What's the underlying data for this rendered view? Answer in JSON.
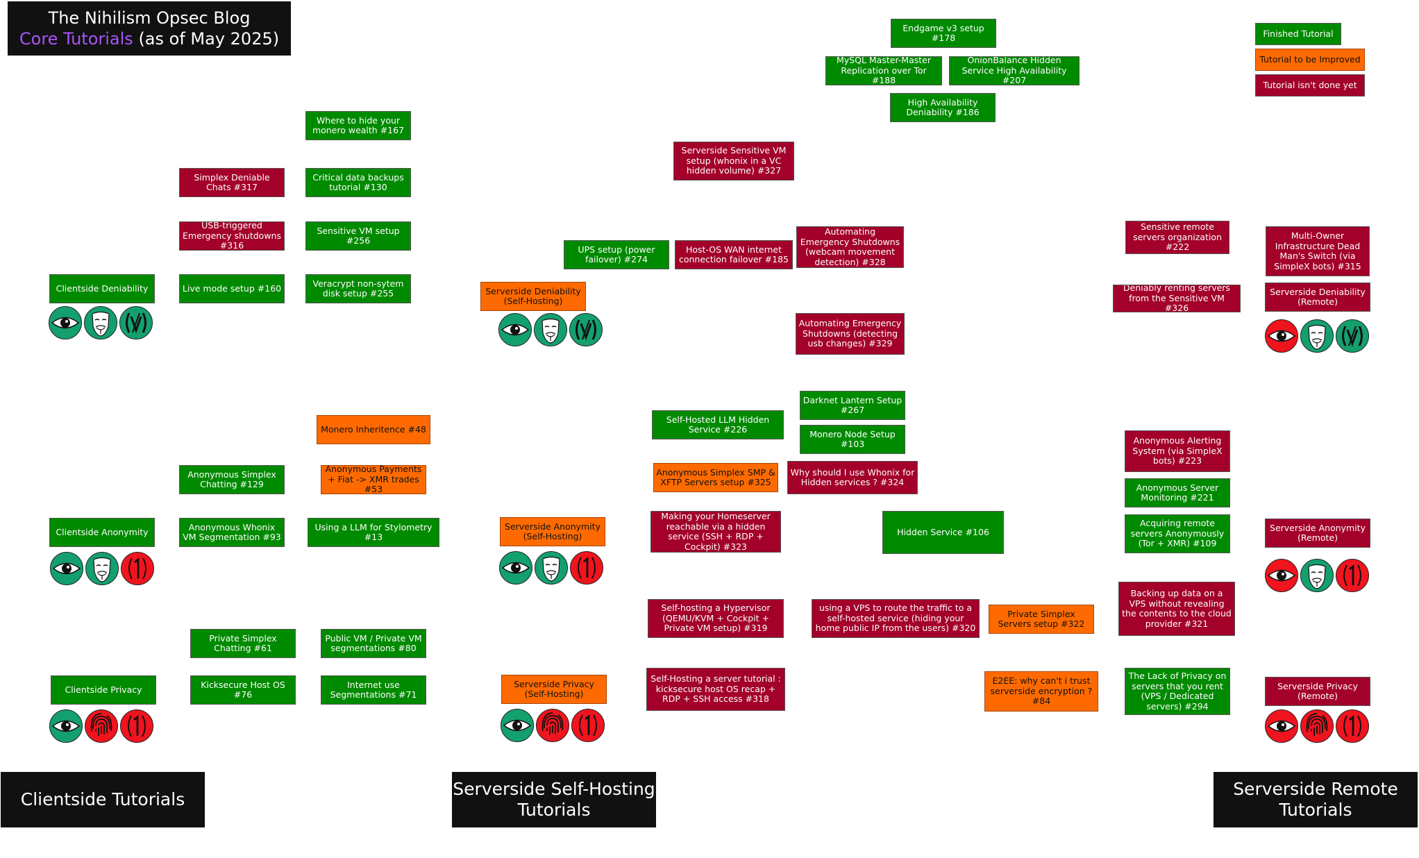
{
  "header": {
    "line1": "The Nihilism Opsec Blog",
    "line2_accent": "Core Tutorials",
    "line2_rest": " (as of May 2025)",
    "accent_color": "#a855f7"
  },
  "colors": {
    "finished": "#008a00",
    "improve": "#ff6a00",
    "not_done": "#a3002a",
    "icon_teal": "#14a06e",
    "icon_red": "#f0141e"
  },
  "legend": {
    "finished": "Finished Tutorial",
    "improve": "Tutorial to be Improved",
    "not_done": "Tutorial isn't done yet"
  },
  "sections": {
    "clientside": "Clientside Tutorials",
    "selfhost_l1": "Serverside Self-Hosting",
    "selfhost_l2": "Tutorials",
    "remote_l1": "Serverside Remote",
    "remote_l2": "Tutorials"
  },
  "categories": {
    "client_deniability": "Clientside Deniability",
    "client_anonymity": "Clientside Anonymity",
    "client_privacy": "Clientside Privacy",
    "sh_deniability": "Serverside Deniability (Self-Hosting)",
    "sh_anonymity": "Serverside Anonymity (Self-Hosting)",
    "sh_privacy": "Serverside Privacy (Self-Hosting)",
    "rm_deniability": "Serverside Deniability (Remote)",
    "rm_anonymity": "Serverside Anonymity (Remote)",
    "rm_privacy": "Serverside Privacy (Remote)"
  },
  "icons": {
    "client_deniability": [
      "eye-icon",
      "anonymous-mask-icon",
      "veracrypt-icon"
    ],
    "client_anonymity": [
      "eye-icon",
      "anonymous-mask-icon",
      "one-icon"
    ],
    "client_privacy": [
      "eye-icon",
      "fingerprint-icon",
      "one-icon"
    ],
    "sh_deniability": [
      "eye-icon",
      "anonymous-mask-icon",
      "veracrypt-icon"
    ],
    "sh_anonymity": [
      "eye-icon",
      "anonymous-mask-icon",
      "one-icon"
    ],
    "sh_privacy": [
      "eye-icon",
      "fingerprint-icon",
      "one-icon"
    ],
    "rm_deniability": [
      "eye-icon",
      "anonymous-mask-icon",
      "veracrypt-icon"
    ],
    "rm_anonymity": [
      "eye-icon",
      "anonymous-mask-icon",
      "one-icon"
    ],
    "rm_privacy": [
      "eye-icon",
      "fingerprint-icon",
      "one-icon"
    ]
  },
  "tutorials": {
    "t167": "Where to hide your monero wealth #167",
    "t317": "Simplex Deniable Chats #317",
    "t130": "Critical data backups tutorial #130",
    "t316": "USB-triggered Emergency shutdowns #316",
    "t256": "Sensitive VM setup #256",
    "t160": "Live mode setup #160",
    "t255": "Veracrypt non-sytem disk setup #255",
    "t48": "Monero Inheritence #48",
    "t129": "Anonymous Simplex Chatting #129",
    "t53": "Anonymous Payments + Fiat -> XMR trades #53",
    "t93": "Anonymous Whonix VM Segmentation #93",
    "t13": "Using a LLM for Stylometry #13",
    "t61": "Private Simplex Chatting #61",
    "t80": "Public VM / Private VM segmentations #80",
    "t76": "Kicksecure Host OS #76",
    "t71": "Internet use Segmentations #71",
    "t178": "Endgame v3 setup #178",
    "t188": "MySQL Master-Master Replication over Tor #188",
    "t207": "OnionBalance Hidden Service High Availability #207",
    "t186": "High Availability Deniability #186",
    "t327": "Serverside Sensitive VM setup (whonix in a VC hidden volume) #327",
    "t274": "UPS setup (power failover) #274",
    "t185": "Host-OS WAN internet connection failover #185",
    "t328": "Automating Emergency Shutdowns (webcam movement detection) #328",
    "t329": "Automating Emergency Shutdowns (detecting usb changes) #329",
    "t267": "Darknet Lantern Setup #267",
    "t226": "Self-Hosted LLM Hidden Service #226",
    "t103": "Monero Node Setup #103",
    "t325": "Anonymous Simplex SMP & XFTP Servers setup #325",
    "t324": "Why should I use Whonix for Hidden services ? #324",
    "t323": "Making your Homeserver reachable via a hidden service (SSH + RDP + Cockpit) #323",
    "t106": "Hidden Service #106",
    "t319": "Self-hosting a Hypervisor (QEMU/KVM + Cockpit + Private VM setup) #319",
    "t320": "using a VPS to route the traffic to a self-hosted service (hiding your home public IP from the users) #320",
    "t322": "Private Simplex Servers setup #322",
    "t318": "Self-Hosting a server tutorial : kicksecure host OS recap + RDP + SSH access #318",
    "t84": "E2EE: why can't i trust serverside encryption ? #84",
    "t222": "Sensitive remote servers organization #222",
    "t315": "Multi-Owner Infrastructure Dead Man's Switch (via SimpleX bots) #315",
    "t326": "Deniably renting servers from the Sensitive VM #326",
    "t223": "Anonymous Alerting System (via SimpleX bots) #223",
    "t221": "Anonymous Server Monitoring #221",
    "t109": "Acquiring remote servers Anonymously (Tor + XMR) #109",
    "t321": "Backing up data on a VPS without revealing the contents to the cloud provider #321",
    "t294": "The Lack of Privacy on servers that you rent (VPS / Dedicated servers) #294"
  }
}
